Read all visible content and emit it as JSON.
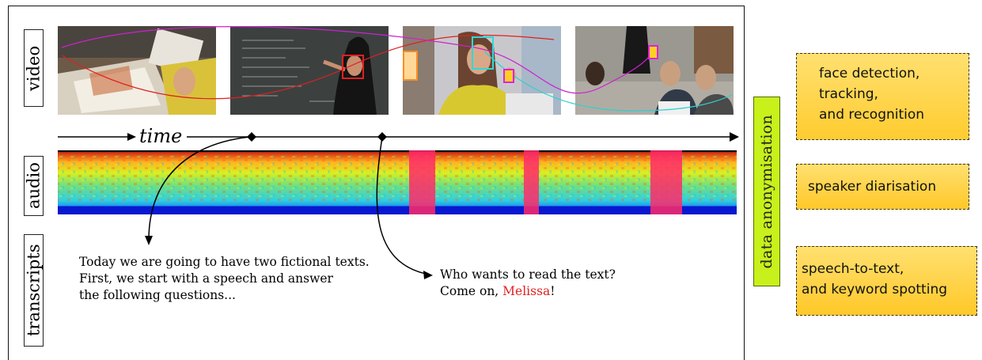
{
  "rows": {
    "video": "video",
    "audio": "audio",
    "transcripts": "transcripts"
  },
  "timeline_label": "time",
  "transcript1": {
    "line1": "Today we are going to have two fictional texts.",
    "line2": "First, we start with a speech and answer",
    "line3": "the following questions..."
  },
  "transcript2": {
    "line1": "Who wants to read the text?",
    "line2_prefix": "Come on, ",
    "line2_name": "Melissa",
    "line2_suffix": "!"
  },
  "anonymisation_label": "data anonymisation",
  "tasks": {
    "face": [
      "face detection,",
      "tracking,",
      "and recognition"
    ],
    "speaker": "speaker diarisation",
    "speech": [
      "speech-to-text,",
      "and keyword spotting"
    ]
  },
  "colors": {
    "face_box_red": "#e02020",
    "face_box_cyan": "#30d8d8",
    "face_box_magenta": "#e020e0",
    "face_box_orange": "#ffb030",
    "anonymised_segment": "#ff2a6a",
    "anon_bar": "#c8f01a",
    "task_fill": "#ffd24a"
  }
}
